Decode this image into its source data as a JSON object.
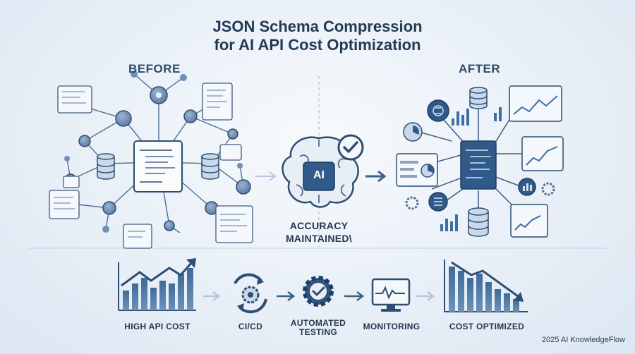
{
  "title_line1": "JSON Schema Compression",
  "title_line2": "for AI API Cost Optimization",
  "before_label": "BEFORE",
  "after_label": "AFTER",
  "ai_badge": "AI",
  "accuracy_line1": "ACCURACY",
  "accuracy_line2": "MAINTAINED\\",
  "pipeline": [
    {
      "label": "HIGH API COST",
      "icon": "rising-bar-chart-icon"
    },
    {
      "label": "CI/CD",
      "icon": "cycle-gear-icon"
    },
    {
      "label": "AUTOMATED\nTESTING",
      "icon": "gear-check-icon"
    },
    {
      "label": "MONITORING",
      "icon": "monitor-pulse-icon"
    },
    {
      "label": "COST OPTIMIZED",
      "icon": "falling-bar-chart-icon"
    }
  ],
  "credit": "2025 AI KnowledgeFlow",
  "colors": {
    "dark": "#2f4d70",
    "mid": "#6f8fb3",
    "light": "#c9d8ea",
    "accent": "#3c6fa6"
  }
}
